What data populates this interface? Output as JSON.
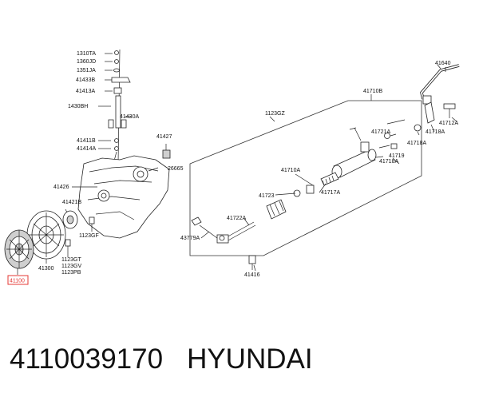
{
  "labels": {
    "l_1310TA": "1310TA",
    "l_1360JD": "1360JD",
    "l_1351JA": "1351JA",
    "l_41433B": "41433B",
    "l_41413A": "41413A",
    "l_1430BH": "1430BH",
    "l_41430A": "41430A",
    "l_41411B": "41411B",
    "l_41414A": "41414A",
    "l_41427": "41427",
    "l_26665": "26665",
    "l_41426": "41426",
    "l_41421B": "41421B",
    "l_1123GF": "1123GF",
    "l_41300": "41300",
    "l_1123GT": "1123GT",
    "l_1123GV": "1123GV",
    "l_1123PB": "1123PB",
    "l_41100": "41100",
    "l_41710B": "41710B",
    "l_1123GZ": "1123GZ",
    "l_41721A": "41721A",
    "l_41719": "41719",
    "l_41718A_1": "41718A",
    "l_41718A_2": "41718A",
    "l_41718A_3": "41718A",
    "l_41710A": "41710A",
    "l_41723": "41723",
    "l_41717A": "41717A",
    "l_41722A": "41722A",
    "l_43779A": "43779A",
    "l_41416": "41416",
    "l_41640": "41640",
    "l_41712A": "41712A"
  },
  "caption": {
    "part_number": "4110039170",
    "brand": "HYUNDAI"
  },
  "colors": {
    "highlight": "#e53935",
    "line": "#222222",
    "text": "#111111"
  }
}
